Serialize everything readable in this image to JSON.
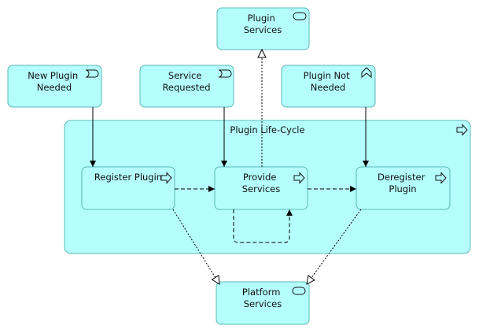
{
  "nodes": {
    "plugin_services": {
      "label": [
        "Plugin",
        "Services"
      ],
      "icon": "service-icon"
    },
    "new_plugin_needed": {
      "label": [
        "New Plugin",
        "Needed"
      ],
      "icon": "event-icon"
    },
    "service_requested": {
      "label": [
        "Service",
        "Requested"
      ],
      "icon": "event-icon"
    },
    "plugin_not_needed": {
      "label": [
        "Plugin Not",
        "Needed"
      ],
      "icon": "function-icon"
    },
    "plugin_life_cycle": {
      "label": [
        "Plugin Life-Cycle"
      ],
      "icon": "process-icon"
    },
    "register_plugin": {
      "label": [
        "Register Plugin"
      ],
      "icon": "process-icon"
    },
    "provide_services": {
      "label": [
        "Provide",
        "Services"
      ],
      "icon": "process-icon"
    },
    "deregister_plugin": {
      "label": [
        "Deregister",
        "Plugin"
      ],
      "icon": "process-icon"
    },
    "platform_services": {
      "label": [
        "Platform",
        "Services"
      ],
      "icon": "service-icon"
    }
  },
  "relationships": [
    {
      "from": "new_plugin_needed",
      "to": "register_plugin",
      "type": "triggering"
    },
    {
      "from": "service_requested",
      "to": "provide_services",
      "type": "triggering"
    },
    {
      "from": "plugin_not_needed",
      "to": "deregister_plugin",
      "type": "triggering"
    },
    {
      "from": "register_plugin",
      "to": "provide_services",
      "type": "flow"
    },
    {
      "from": "provide_services",
      "to": "deregister_plugin",
      "type": "flow"
    },
    {
      "from": "provide_services",
      "to": "provide_services",
      "type": "flow"
    },
    {
      "from": "provide_services",
      "to": "plugin_services",
      "type": "realization"
    },
    {
      "from": "register_plugin",
      "to": "platform_services",
      "type": "realization"
    },
    {
      "from": "deregister_plugin",
      "to": "platform_services",
      "type": "realization"
    }
  ],
  "colors": {
    "fill": "#b5fefe",
    "stroke": "#5cb8b8"
  }
}
